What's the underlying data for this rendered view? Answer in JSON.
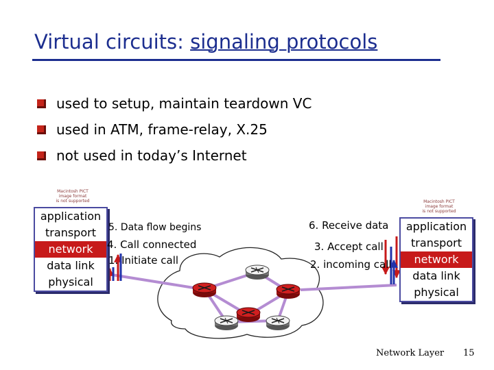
{
  "title": {
    "part1": "Virtual circuits: ",
    "part2": "signaling protocols"
  },
  "bullets": [
    "used to setup, maintain  teardown VC",
    "used in ATM, frame-relay, X.25",
    "not used in today’s Internet"
  ],
  "left_stack": [
    "application",
    "transport",
    "network",
    "data link",
    "physical"
  ],
  "right_stack": [
    "application",
    "transport",
    "network",
    "data link",
    "physical"
  ],
  "left_steps": [
    "5. Data flow begins",
    "4. Call connected",
    "1. Initiate call"
  ],
  "right_steps": [
    "6. Receive data",
    "3. Accept call",
    "2. incoming call"
  ],
  "placeholder_text": [
    "Macintosh PICT",
    "image format",
    "is not supported"
  ],
  "footer": {
    "section": "Network Layer",
    "page": "15"
  },
  "colors": {
    "title": "#1c2e8f",
    "network_layer": "#c71a1a",
    "router": "#c71a1a",
    "link": "#b48cd2"
  }
}
